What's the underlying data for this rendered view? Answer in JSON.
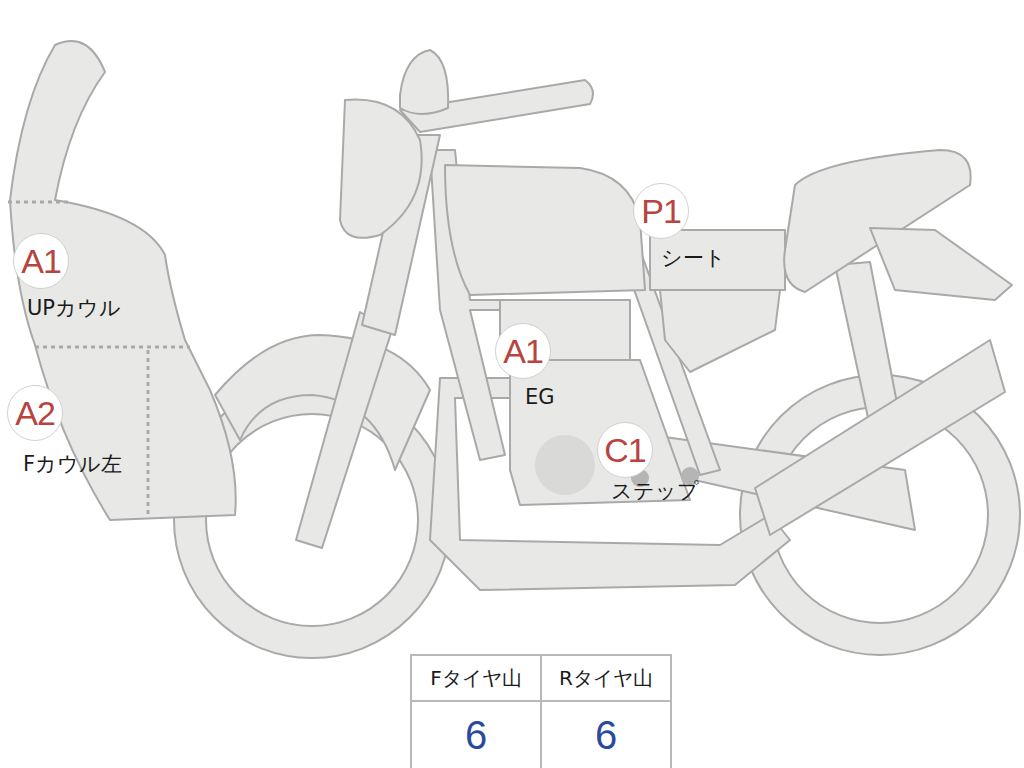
{
  "diagram": {
    "nodes": [
      {
        "text": [
          "A1",
          "UPカウル"
        ]
      },
      {
        "text": [
          "P1",
          "シート"
        ]
      },
      {
        "text": [
          "A1",
          "EG"
        ]
      },
      {
        "text": [
          "A2",
          "Fカウル左"
        ]
      },
      {
        "text": [
          "C1",
          "ステップ"
        ]
      }
    ],
    "labels": [
      "Fタイヤ山",
      "Rタイヤ山",
      "6",
      "6"
    ]
  }
}
